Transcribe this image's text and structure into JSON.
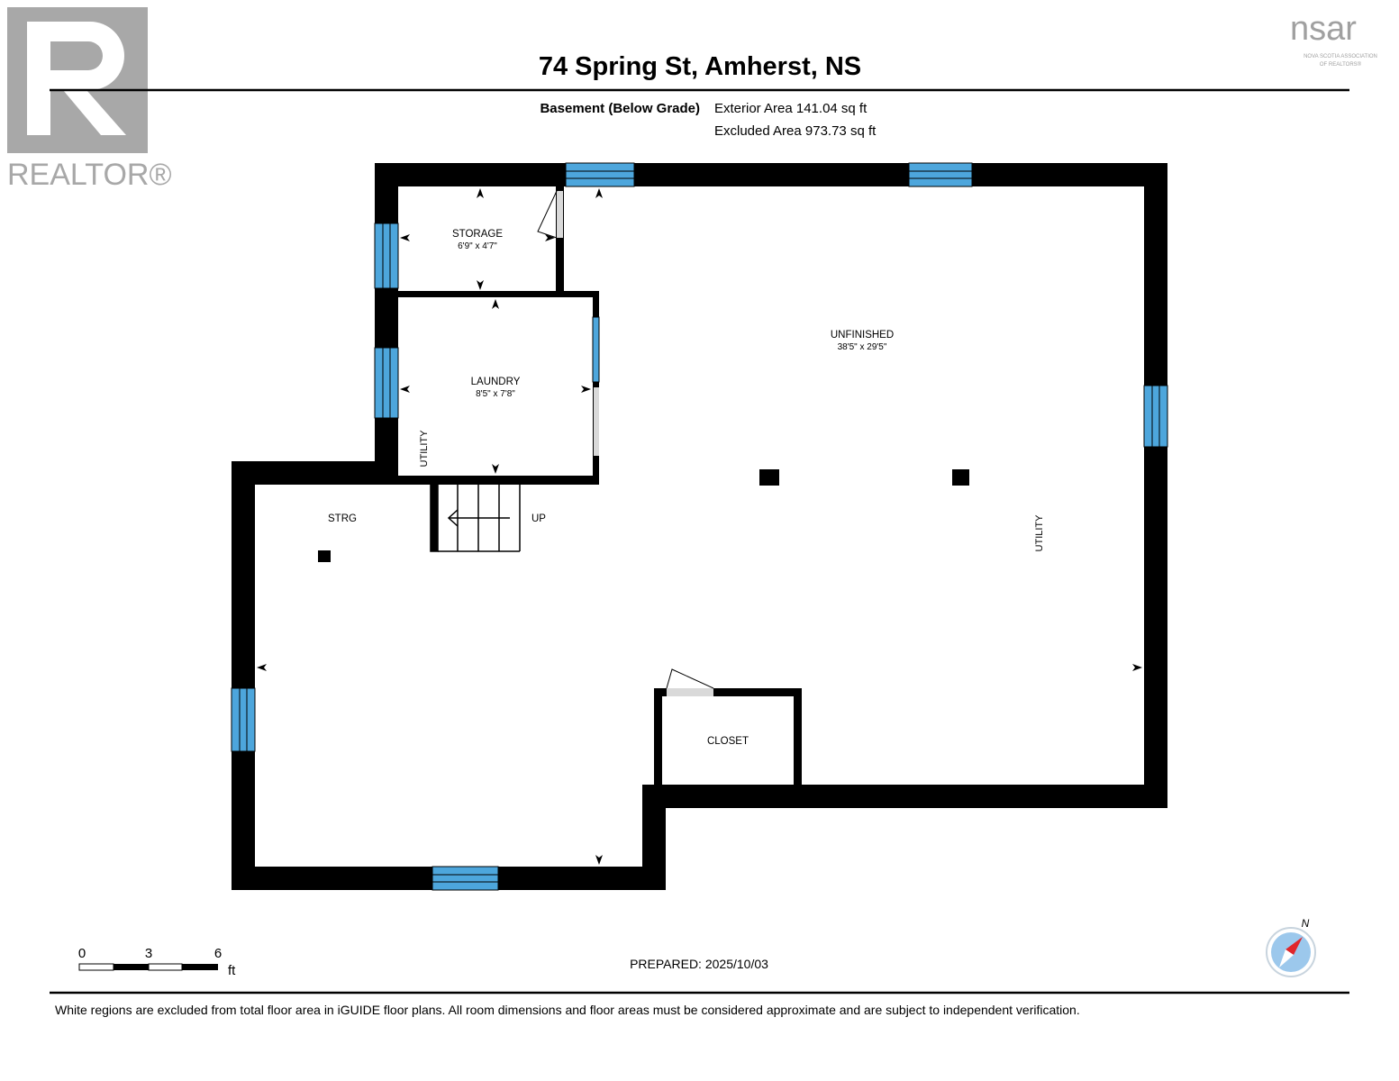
{
  "logo_left": {
    "text": "REALTOR®",
    "letter": "R"
  },
  "logo_right": {
    "text": "nsar",
    "sub1": "NOVA SCOTIA ASSOCIATION",
    "sub2": "OF REALTORS®"
  },
  "title": "74 Spring St, Amherst, NS",
  "floor": {
    "name": "Basement (Below Grade)",
    "exterior_area": "Exterior Area 141.04 sq ft",
    "excluded_area": "Excluded Area 973.73 sq ft"
  },
  "rooms": [
    {
      "name": "STORAGE",
      "dims": "6'9\" x 4'7\""
    },
    {
      "name": "LAUNDRY",
      "dims": "8'5\" x 7'8\""
    },
    {
      "name": "UNFINISHED",
      "dims": "38'5\" x 29'5\""
    },
    {
      "name": "CLOSET"
    },
    {
      "name": "STRG"
    }
  ],
  "labels": {
    "utility_1": "UTILITY",
    "utility_2": "UTILITY",
    "up": "UP",
    "north": "N"
  },
  "scale": {
    "t0": "0",
    "t3": "3",
    "t6": "6",
    "unit": "ft"
  },
  "prepared": "PREPARED: 2025/10/03",
  "disclaimer": "White regions are excluded from total floor area in iGUIDE floor plans. All room dimensions and floor areas must be considered approximate and are subject to independent verification.",
  "colors": {
    "wall": "#000000",
    "window": "#4da6dc",
    "door": "#d9d9d9",
    "compass": "#e0262b"
  }
}
